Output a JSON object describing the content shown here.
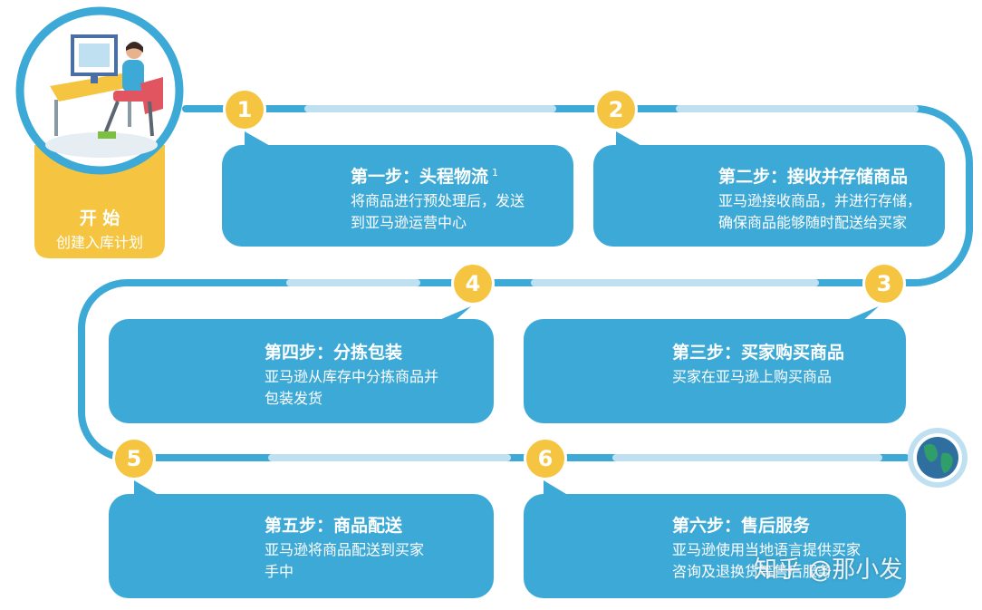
{
  "start": {
    "title": "开 始",
    "subtitle": "创建入库计划"
  },
  "steps": [
    {
      "number": "1",
      "title": "第一步：头程物流",
      "superscript": "1",
      "desc": [
        "将商品进行预处理后，发送",
        "到亚马逊运营中心"
      ]
    },
    {
      "number": "2",
      "title": "第二步：接收并存储商品",
      "desc": [
        "亚马逊接收商品，并进行存储，",
        "确保商品能够随时配送给买家"
      ]
    },
    {
      "number": "3",
      "title": "第三步：买家购买商品",
      "desc": [
        "买家在亚马逊上购买商品"
      ]
    },
    {
      "number": "4",
      "title": "第四步：分拣包装",
      "desc": [
        "亚马逊从库存中分拣商品并",
        "包装发货"
      ]
    },
    {
      "number": "5",
      "title": "第五步：商品配送",
      "desc": [
        "亚马逊将商品配送到买家",
        "手中"
      ]
    },
    {
      "number": "6",
      "title": "第六步：售后服务",
      "desc": [
        "亚马逊使用当地语言提供买家",
        "咨询及退换货等售后服务"
      ]
    }
  ],
  "watermark": "知乎 @那小发",
  "colors": {
    "card": "#3da9d6",
    "path": "#3da9d6",
    "path_light": "#bfe0f1",
    "badge": "#f5c542",
    "start_panel": "#f5c542"
  },
  "icons": [
    "person-at-desk-icon",
    "truck-icon",
    "warehouse-icon",
    "monitor-icon",
    "boxes-shelf-icon",
    "delivery-workers-icon",
    "globe-support-icon",
    "globe-icon"
  ]
}
